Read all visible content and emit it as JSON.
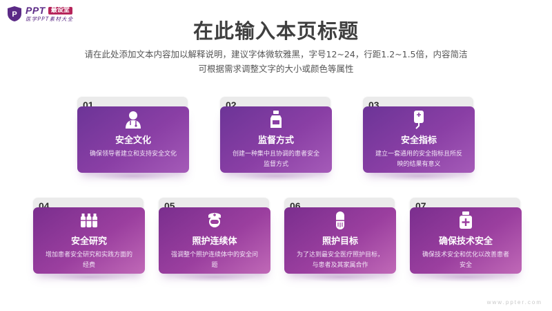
{
  "logo": {
    "ppt": "PPT",
    "brand": "最设堂",
    "sub": "医学PPT素材大全"
  },
  "title": "在此输入本页标题",
  "subtitle_lines": [
    "请在此处添加文本内容加以解释说明，建议字体微软雅黑，字号12~24，行距1.2~1.5倍，内容简洁",
    "可根据需求调整文字的大小或颜色等属性"
  ],
  "cards": [
    {
      "num": "01",
      "title": "安全文化",
      "desc": "确保领导者建立和支持安全文化",
      "icon": "doctor-icon"
    },
    {
      "num": "02",
      "title": "监督方式",
      "desc": "创建一种集中且协调的患者安全监督方式",
      "icon": "medicine-bottle-icon"
    },
    {
      "num": "03",
      "title": "安全指标",
      "desc": "建立一套通用的安全指标且所反映的结果有意义",
      "icon": "iv-bag-icon"
    },
    {
      "num": "04",
      "title": "安全研究",
      "desc": "增加患者安全研究和实践方面的经费",
      "icon": "bottles-icon"
    },
    {
      "num": "05",
      "title": "照护连续体",
      "desc": "强调整个照护连续体中的安全问题",
      "icon": "nurse-icon"
    },
    {
      "num": "06",
      "title": "照护目标",
      "desc": "为了达到最安全医疗照护目标，与患者及其家属合作",
      "icon": "capsule-icon"
    },
    {
      "num": "07",
      "title": "确保技术安全",
      "desc": "确保技术安全和优化以改善患者安全",
      "icon": "medicine-box-icon"
    }
  ],
  "watermark": "www.ppter.com"
}
